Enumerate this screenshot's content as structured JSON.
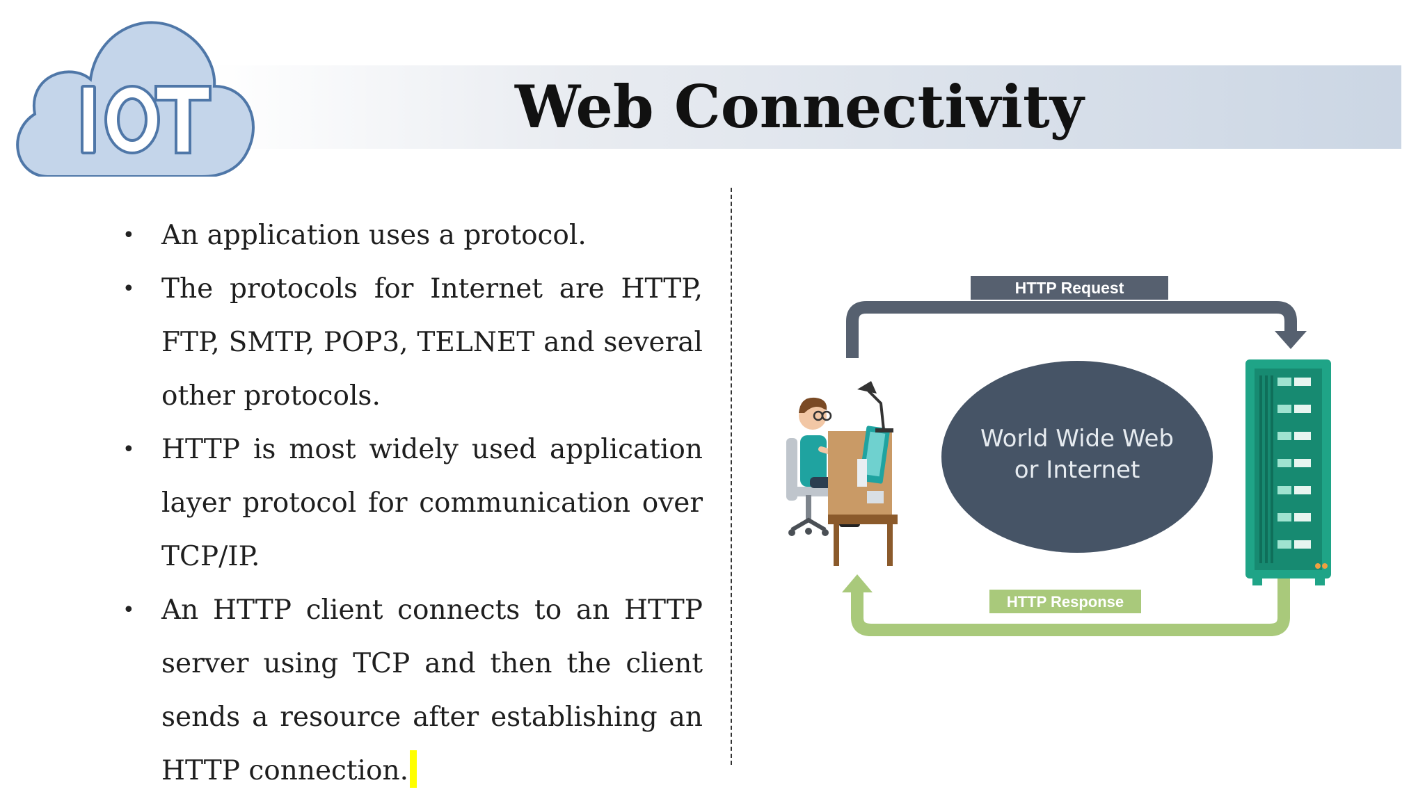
{
  "slide": {
    "title": "Web Connectivity",
    "logo_text": "IoT"
  },
  "bullets": [
    "An application uses a protocol.",
    "The protocols for Internet are HTTP, FTP, SMTP, POP3, TELNET and several other protocols.",
    "HTTP is most widely used application layer protocol for communication over TCP/IP.",
    "An HTTP client connects to an HTTP server using TCP and then the client sends a resource after establishing an HTTP connection."
  ],
  "diagram": {
    "request_label": "HTTP Request",
    "response_label": "HTTP Response",
    "cloud_line1": "World Wide Web",
    "cloud_line2": "or Internet"
  },
  "colors": {
    "request": "#56606f",
    "response": "#a9c97b",
    "server": "#1fa487",
    "cloud": "#465466",
    "logo_fill": "#c4d5ea",
    "logo_stroke": "#4f77a8"
  },
  "icons": {
    "logo": "iot-cloud-icon",
    "client": "person-at-desk-icon",
    "server": "server-rack-icon"
  }
}
